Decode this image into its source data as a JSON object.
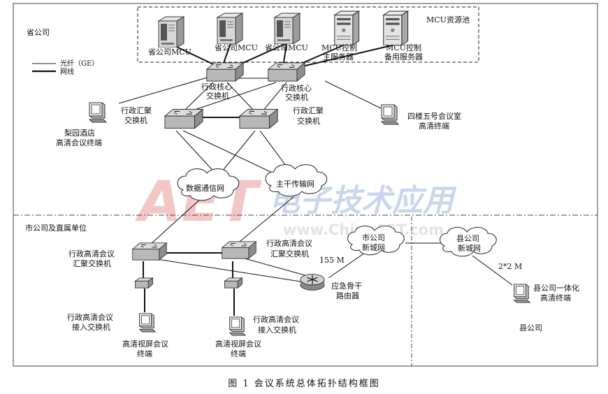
{
  "regions": {
    "province": "省公司",
    "mcu_pool": "MCU资源池",
    "city": "市公司及直属单位",
    "county": "县公司"
  },
  "legend": {
    "fiber": "光纤（GE）",
    "cable": "网线"
  },
  "servers": [
    {
      "label": "省公司MCU"
    },
    {
      "label": "省公司MCU"
    },
    {
      "label": "省公司MCU"
    },
    {
      "label": "MCU控制",
      "label2": "主服务器"
    },
    {
      "label": "MCU控制",
      "label2": "备用服务器"
    }
  ],
  "switches": {
    "core_left": {
      "l1": "行政核心",
      "l2": "交换机"
    },
    "core_right": {
      "l1": "行政核心",
      "l2": "交换机"
    },
    "agg_left": {
      "l1": "行政汇聚",
      "l2": "交换机"
    },
    "agg_right": {
      "l1": "行政汇聚",
      "l2": "交换机"
    },
    "city_agg_left": {
      "l1": "行政高清会议",
      "l2": "汇聚交换机"
    },
    "city_agg_right": {
      "l1": "行政高清会议",
      "l2": "汇聚交换机"
    },
    "access_left": {
      "l1": "行政高清会议",
      "l2": "接入交换机"
    },
    "access_right": {
      "l1": "行政高清会议",
      "l2": "接入交换机"
    }
  },
  "terminals": {
    "hotel": {
      "l1": "梨园酒店",
      "l2": "高清会议终端"
    },
    "room": {
      "l1": "四楼五号会议室",
      "l2": "高清终端"
    },
    "screen_left": {
      "l1": "高清视屏会议",
      "l2": "终端"
    },
    "screen_right": {
      "l1": "高清视屏会议",
      "l2": "终端"
    },
    "county": {
      "l1": "县公司一体化",
      "l2": "高清终端"
    }
  },
  "clouds": {
    "data_net": "数据通信网",
    "backbone": "主干传输网",
    "city_net": {
      "l1": "市公司",
      "l2": "新城网"
    },
    "county_net": {
      "l1": "县公司",
      "l2": "新城网"
    }
  },
  "router": {
    "l1": "应急骨干",
    "l2": "路由器"
  },
  "bandwidth": {
    "b155": "155 M",
    "b2x2": "2*2 M"
  },
  "watermark": {
    "logo": "AET",
    "url": "www.ChinaAET.com",
    "cn": "电子技术应用"
  },
  "caption": "图 1   会议系统总体拓扑结构框图"
}
